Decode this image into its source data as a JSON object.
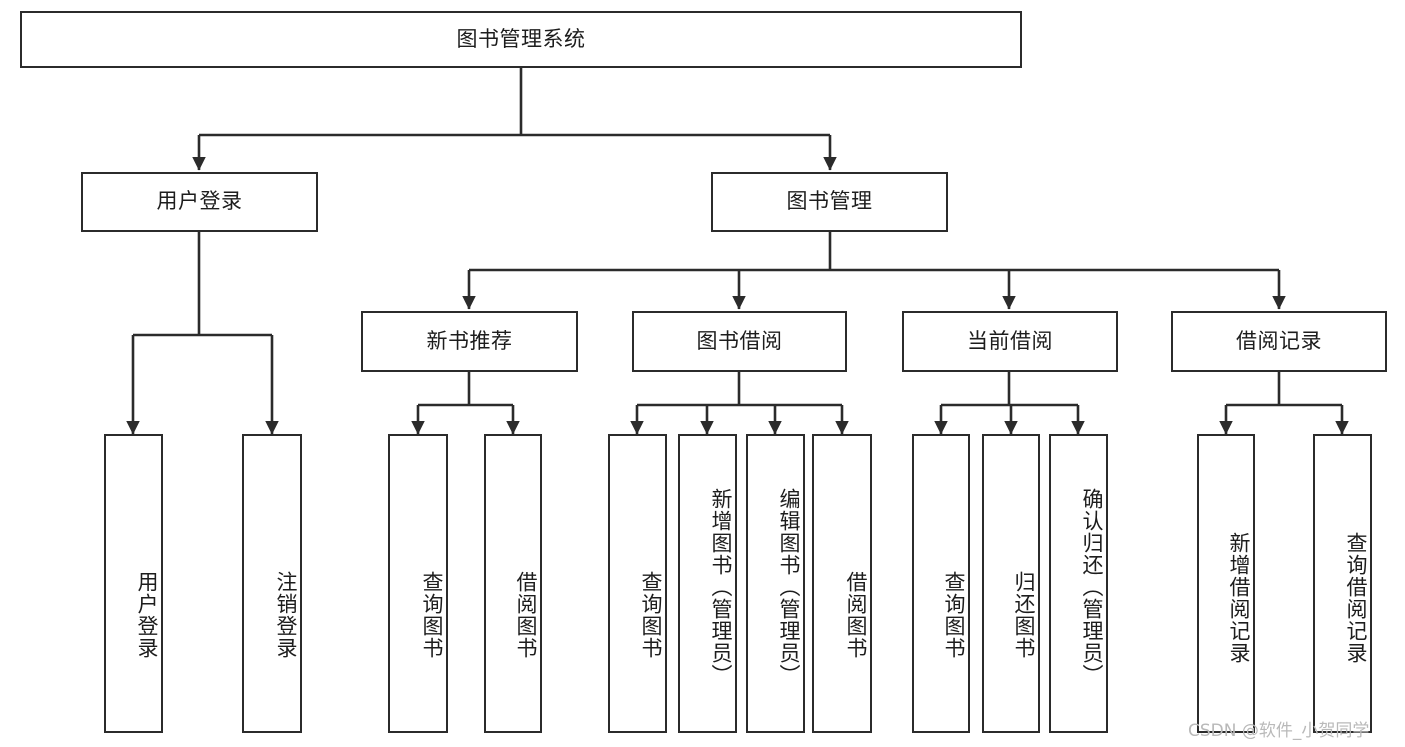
{
  "diagram": {
    "type": "tree-hierarchy",
    "title": "图书管理系统",
    "orientation": "top-down",
    "colors": {
      "box_border": "#2b2b2b",
      "box_fill": "#ffffff",
      "edge": "#2b2b2b",
      "text": "#1d1d1d",
      "watermark": "#b9b9b9",
      "background": "#ffffff"
    },
    "root": {
      "label": "图书管理系统"
    },
    "level1": [
      {
        "label": "用户登录"
      },
      {
        "label": "图书管理"
      }
    ],
    "level2": [
      {
        "label": "新书推荐"
      },
      {
        "label": "图书借阅"
      },
      {
        "label": "当前借阅"
      },
      {
        "label": "借阅记录"
      }
    ],
    "leaves": {
      "user_login": [
        {
          "label": "用户登录"
        },
        {
          "label": "注销登录"
        }
      ],
      "new_book": [
        {
          "label": "查询图书"
        },
        {
          "label": "借阅图书"
        }
      ],
      "book_borrow": [
        {
          "label": "查询图书"
        },
        {
          "label": "新增图书（管理员）"
        },
        {
          "label": "编辑图书（管理员）"
        },
        {
          "label": "借阅图书"
        }
      ],
      "current_borrow": [
        {
          "label": "查询图书"
        },
        {
          "label": "归还图书"
        },
        {
          "label": "确认归还（管理员）"
        }
      ],
      "borrow_record": [
        {
          "label": "新增借阅记录"
        },
        {
          "label": "查询借阅记录"
        }
      ]
    }
  },
  "watermark": {
    "text": "CSDN @软件_小贺同学"
  }
}
